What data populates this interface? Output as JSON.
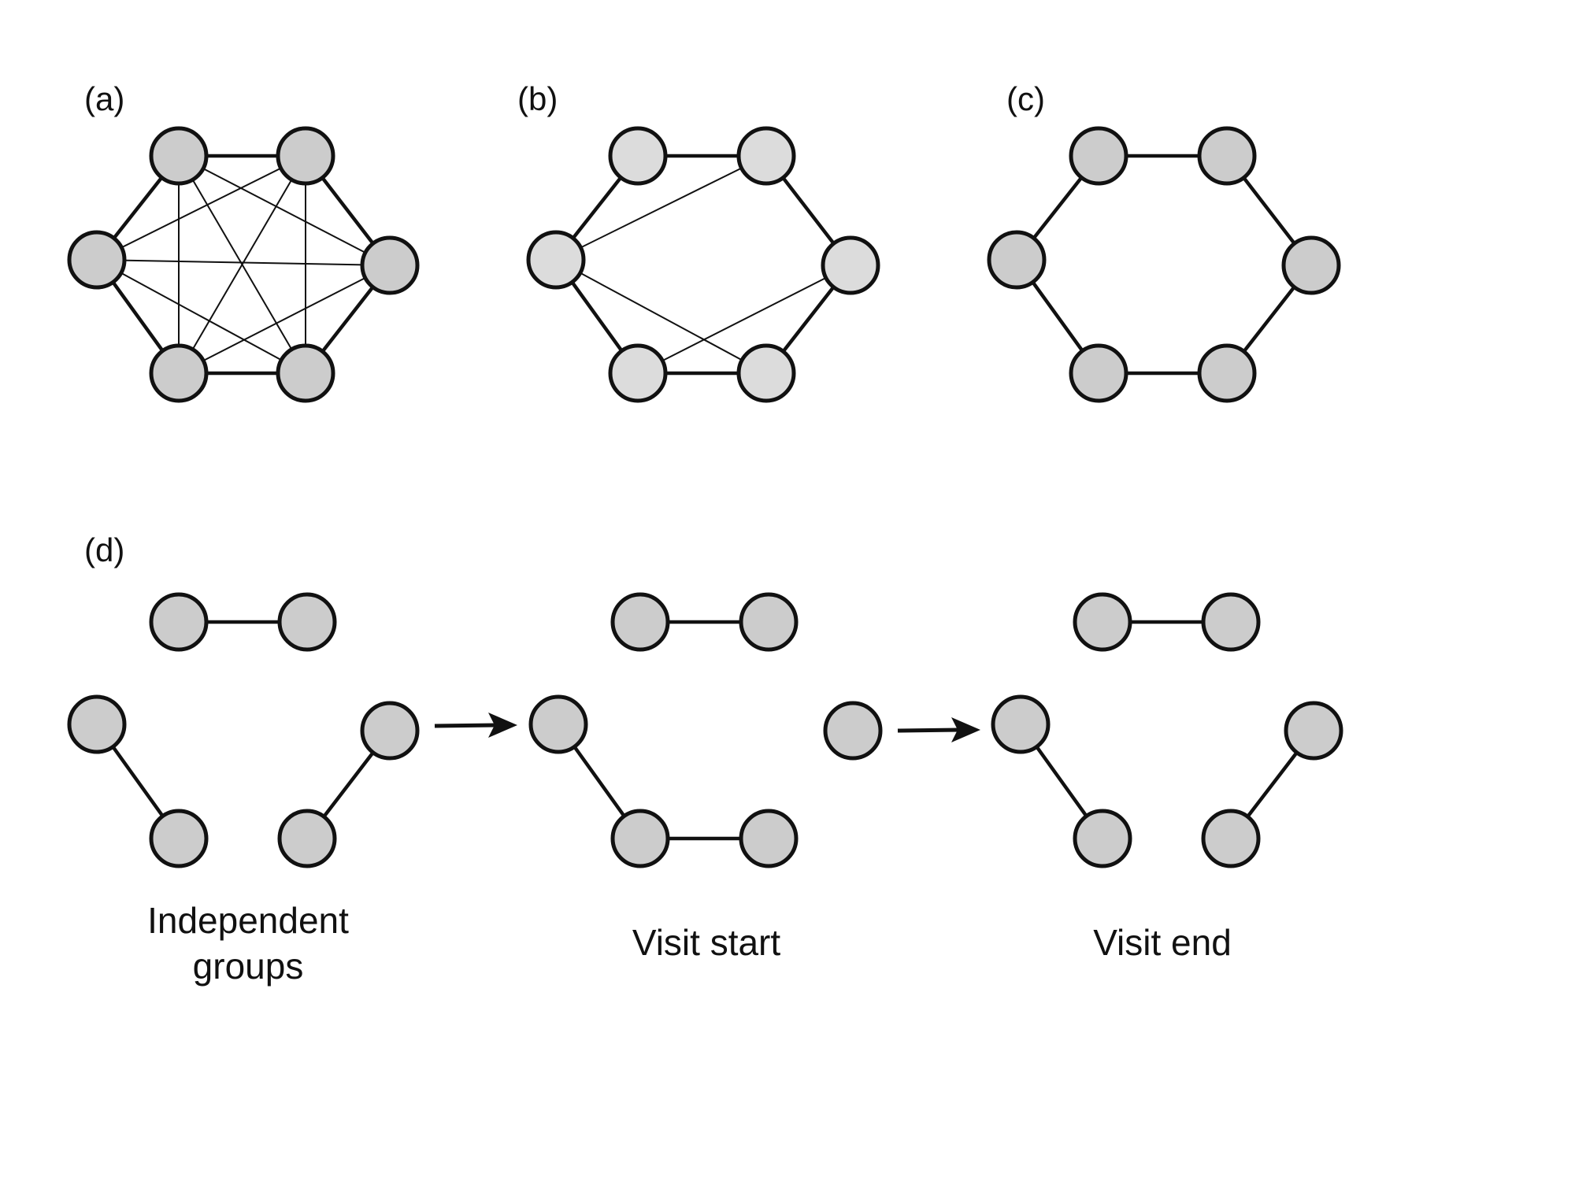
{
  "panels": {
    "a": {
      "label": "(a)"
    },
    "b": {
      "label": "(b)"
    },
    "c": {
      "label": "(c)"
    },
    "d": {
      "label": "(d)"
    }
  },
  "captions": {
    "groups_line1": "Independent",
    "groups_line2": "groups",
    "visit_start": "Visit start",
    "visit_end": "Visit end"
  },
  "colors": {
    "node_fill_dark": "#cccccc",
    "node_fill_light": "#dcdcdc",
    "stroke": "#111111"
  }
}
